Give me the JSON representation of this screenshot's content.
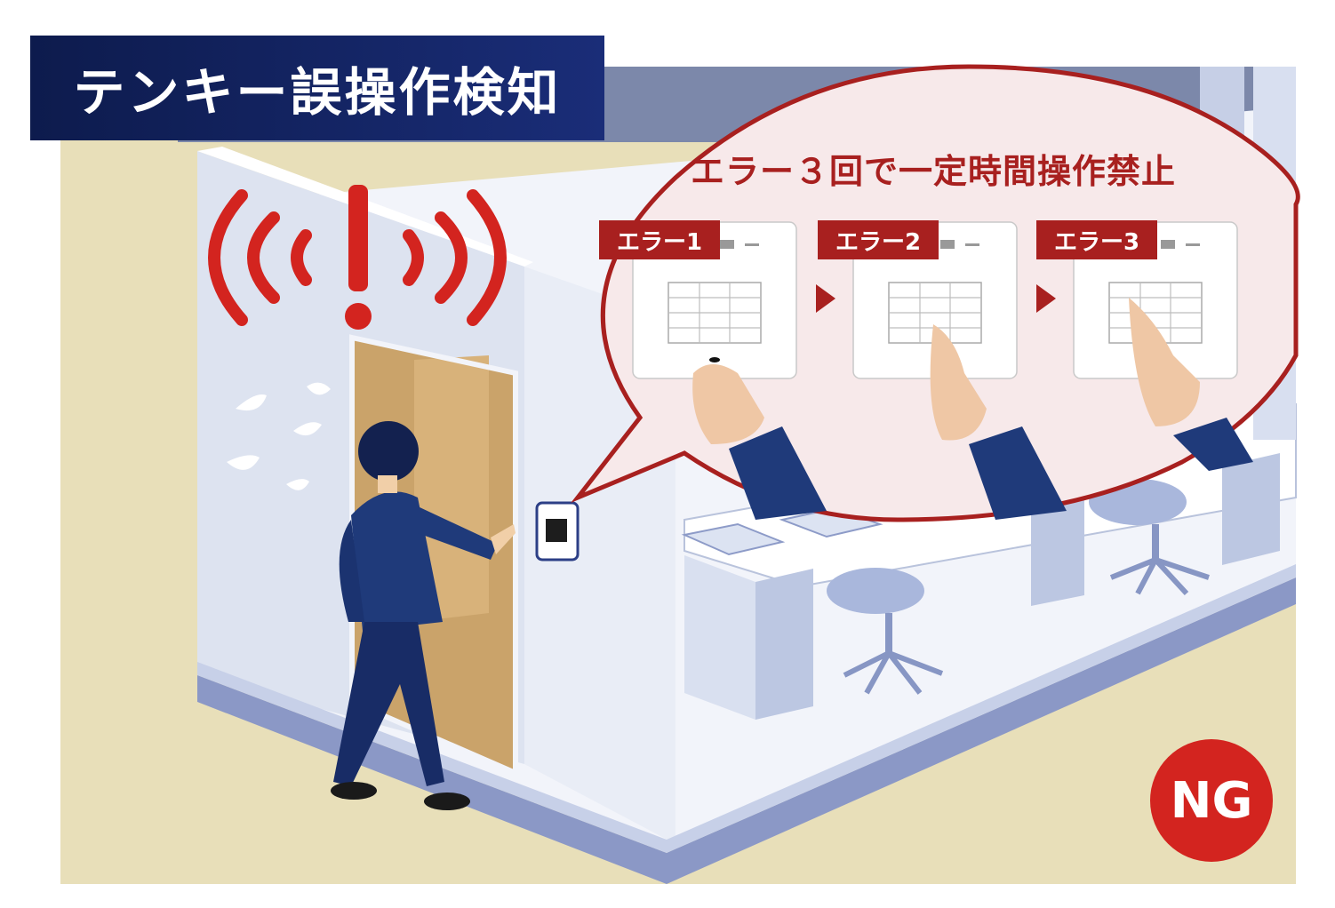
{
  "title": "テンキー誤操作検知",
  "bubble": {
    "heading": "エラー３回で一定時間操作禁止",
    "steps": [
      "エラー1",
      "エラー2",
      "エラー3"
    ]
  },
  "badge": "NG",
  "icons": {
    "alert": "exclamation-alert-icon",
    "sweat": "sweat-drops-icon",
    "arrow": "triangle-right-icon"
  },
  "colors": {
    "title_bg": "#13226b",
    "alert_red": "#d3241f",
    "bubble_red": "#a8201f",
    "bubble_fill": "#f7e9ea",
    "floor": "#e8dfb9",
    "wall": "#e6ebf5",
    "door": "#caa36a",
    "suit": "#1f3a7a"
  }
}
